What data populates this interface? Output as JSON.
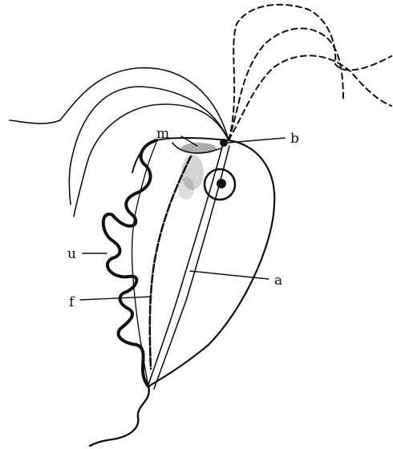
{
  "diagram": {
    "labels": {
      "m": "m",
      "b": "b",
      "u": "u",
      "a": "a",
      "f": "f"
    },
    "colors": {
      "ink": "#111111",
      "background": "#ffffff"
    }
  }
}
